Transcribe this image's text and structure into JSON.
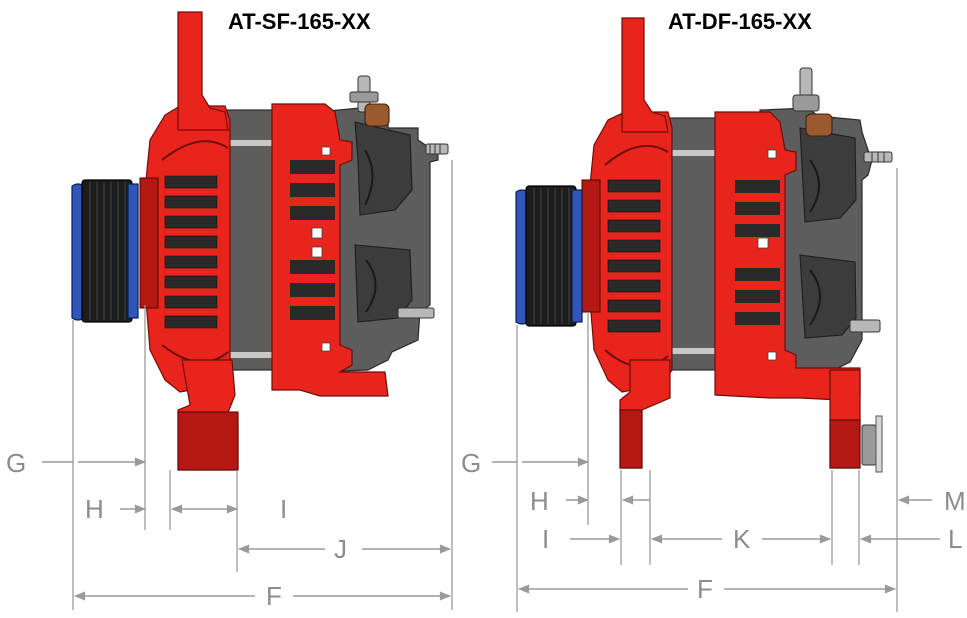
{
  "models": [
    {
      "title": "AT-SF-165-XX",
      "dimensions": [
        "G",
        "H",
        "I",
        "J",
        "F"
      ]
    },
    {
      "title": "AT-DF-165-XX",
      "dimensions": [
        "G",
        "H",
        "I",
        "K",
        "L",
        "M",
        "F"
      ]
    }
  ],
  "colors": {
    "housing": "#e8241c",
    "stator": "#5d5d5d",
    "pulley_rim": "#2f56b8",
    "dimension": "#8c8c8c"
  }
}
